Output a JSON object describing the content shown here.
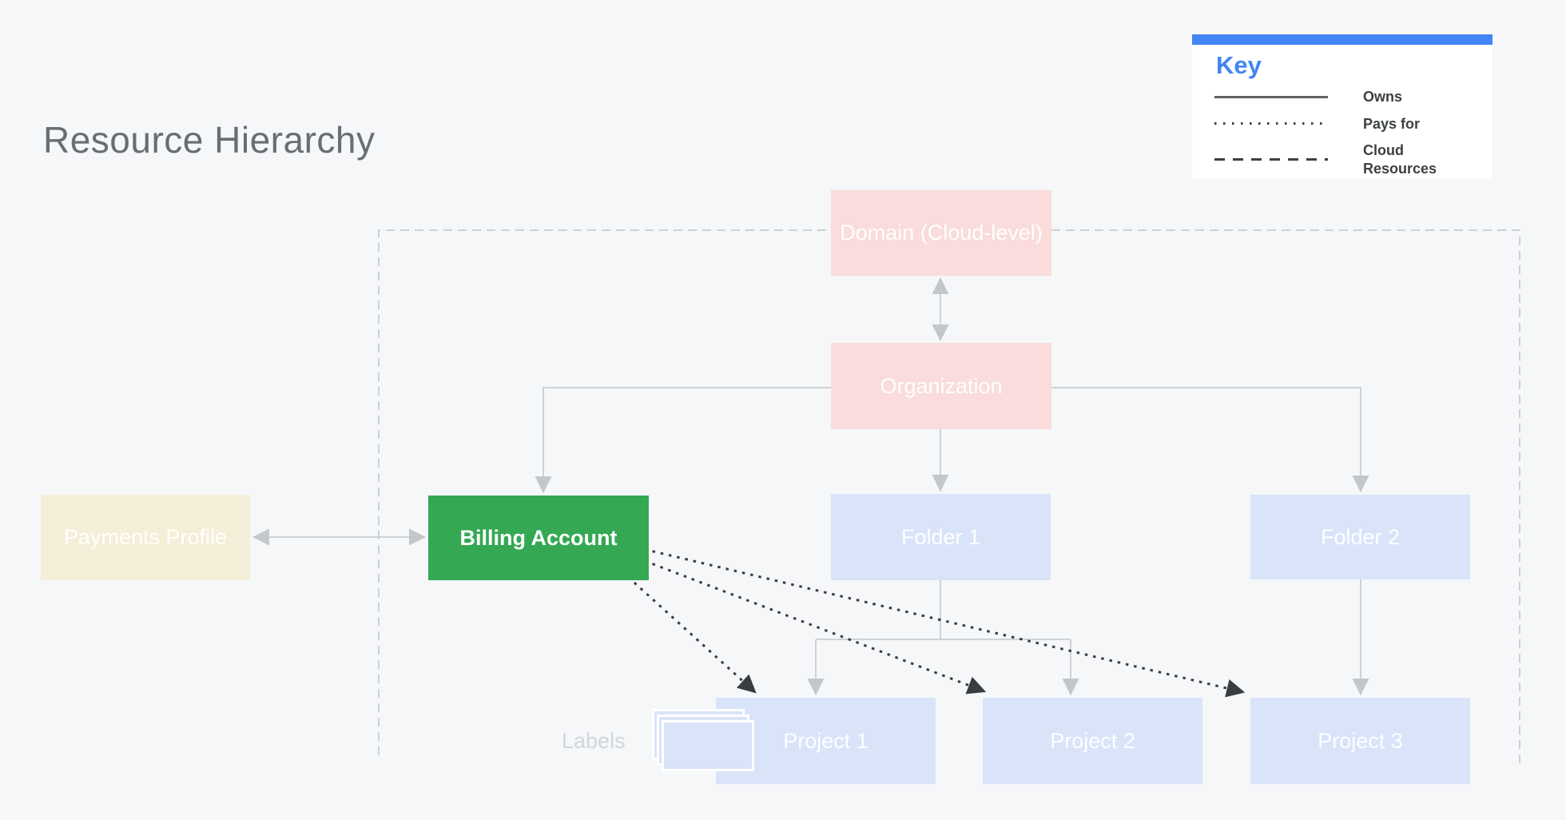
{
  "title": "Resource Hierarchy",
  "key": {
    "title": "Key",
    "items": [
      {
        "name": "owns",
        "line_style": "solid",
        "label": "Owns"
      },
      {
        "name": "pays-for",
        "line_style": "dotted",
        "label": "Pays for"
      },
      {
        "name": "cloud-resources",
        "line_style": "dashed",
        "label": "Cloud Resources"
      }
    ]
  },
  "nodes": {
    "domain": {
      "label": "Domain (Cloud-level)",
      "color": "#f9dcdb"
    },
    "organization": {
      "label": "Organization",
      "color": "#f9dcdb"
    },
    "payments_profile": {
      "label": "Payments Profile",
      "color": "#f5eed8"
    },
    "billing_account": {
      "label": "Billing Account",
      "color": "#34a853"
    },
    "folder_1": {
      "label": "Folder 1",
      "color": "#d9e4f9"
    },
    "folder_2": {
      "label": "Folder 2",
      "color": "#d9e4f9"
    },
    "project_1": {
      "label": "Project 1",
      "color": "#d9e4f9"
    },
    "project_2": {
      "label": "Project 2",
      "color": "#d9e4f9"
    },
    "project_3": {
      "label": "Project 3",
      "color": "#d9e4f9"
    }
  },
  "annotations": {
    "labels_caption": "Labels"
  },
  "colors": {
    "background": "#f5f7f9",
    "accent_blue": "#4285f4",
    "billing_green": "#34a853",
    "pastel_pink": "#f9dcdb",
    "pastel_blue": "#d9e4f9",
    "pastel_cream": "#f5eed8",
    "owns_line_gray": "#cfd2d5",
    "arrowhead_gray": "#c3c7cb",
    "boundary_dash_gray": "#cdd1d5",
    "pays_for_dark": "#3a3d40",
    "title_gray": "#6a6d71"
  }
}
